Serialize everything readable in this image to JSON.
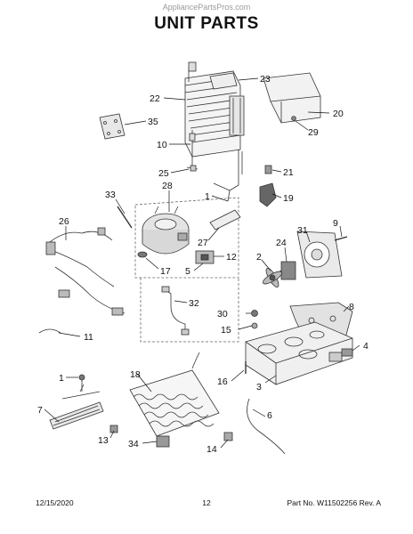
{
  "watermark": "AppliancePartsPros.com",
  "title": "UNIT PARTS",
  "callouts": {
    "c1": "1",
    "c1b": "1",
    "c2": "2",
    "c3": "3",
    "c4": "4",
    "c5": "5",
    "c6": "6",
    "c7": "7",
    "c8": "8",
    "c9": "9",
    "c10": "10",
    "c11": "11",
    "c12": "12",
    "c13": "13",
    "c14": "14",
    "c15": "15",
    "c16": "16",
    "c17": "17",
    "c18": "18",
    "c19": "19",
    "c20": "20",
    "c21": "21",
    "c22": "22",
    "c23": "23",
    "c24": "24",
    "c25": "25",
    "c26": "26",
    "c27": "27",
    "c28": "28",
    "c29": "29",
    "c30": "30",
    "c31": "31",
    "c32": "32",
    "c33": "33",
    "c34": "34",
    "c35": "35"
  },
  "footer": {
    "date": "12/15/2020",
    "page": "12",
    "part_number": "Part No. W11502256  Rev. A"
  }
}
